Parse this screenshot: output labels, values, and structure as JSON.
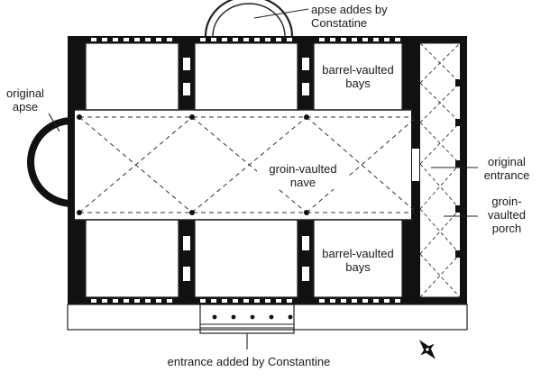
{
  "diagram": {
    "colors": {
      "wall": "#111111",
      "line": "#222222",
      "background": "#ffffff"
    },
    "labels": {
      "apse_added": [
        "apse addes by",
        "Constatine"
      ],
      "barrel_top": [
        "barrel-vaulted",
        "bays"
      ],
      "original_apse": [
        "original",
        "apse"
      ],
      "nave": [
        "groin-vaulted",
        "nave"
      ],
      "original_entrance": [
        "original",
        "entrance"
      ],
      "porch": [
        "groin-",
        "vaulted",
        "porch"
      ],
      "barrel_bottom": [
        "barrel-vaulted",
        "bays"
      ],
      "entrance_added": "entrance added by Constantine"
    },
    "compass_icon": "compass-rose-icon"
  }
}
